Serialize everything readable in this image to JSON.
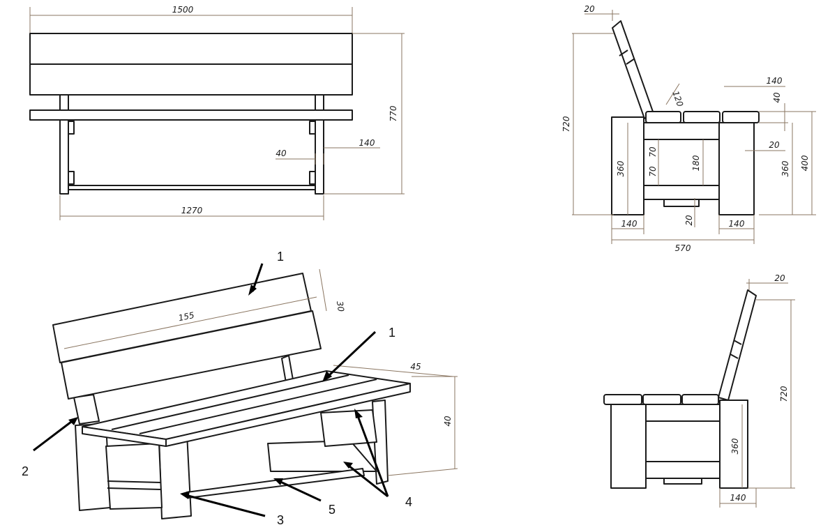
{
  "front_view": {
    "total_length": "1500",
    "height": "770",
    "leg_spacing": "1270",
    "beam_thickness": "40",
    "leg_width": "140"
  },
  "side_view_top": {
    "back_thickness": "20",
    "height": "720",
    "seat_board_width": "140",
    "seat_board_thickness": "40",
    "slot": "120",
    "seat_height_left": "360",
    "seat_height_right": "360",
    "total_seat_height": "400",
    "upper_gap": "70",
    "lower_gap": "70",
    "middle_height": "180",
    "side_gap": "20",
    "bottom_gap": "20",
    "left_leg": "140",
    "right_leg": "140",
    "depth": "570"
  },
  "side_view_bottom": {
    "back_thickness": "20",
    "height": "720",
    "seat_height": "360",
    "leg_width": "140"
  },
  "perspective": {
    "back_length": "155",
    "back_width": "30",
    "seat_depth": "45",
    "seat_height": "40"
  },
  "callouts": [
    "1",
    "1",
    "2",
    "3",
    "4",
    "5"
  ]
}
